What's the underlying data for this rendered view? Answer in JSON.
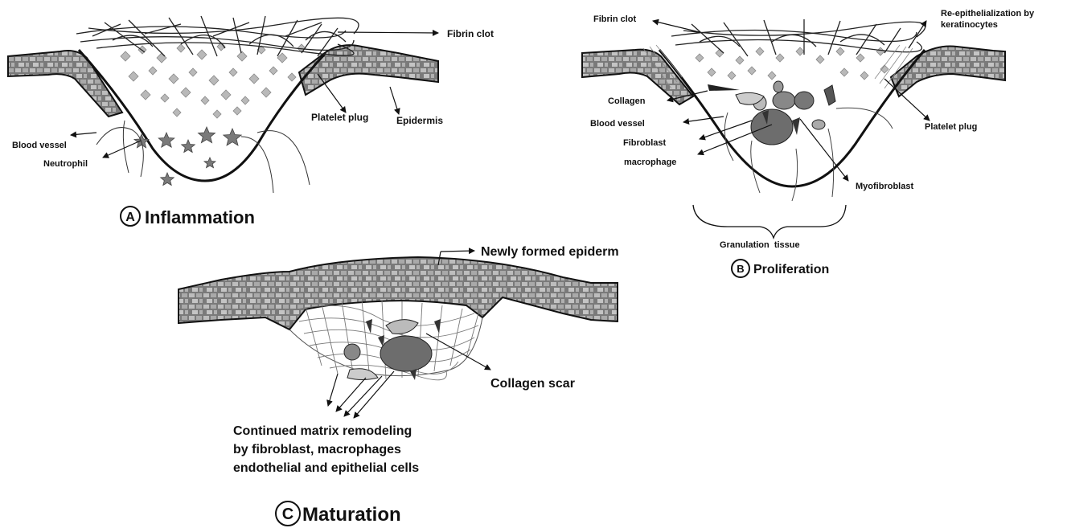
{
  "panel_a": {
    "letter": "A",
    "title": "Inflammation",
    "labels": {
      "fibrin_clot": "Fibrin clot",
      "platelet_plug": "Platelet plug",
      "epidermis": "Epidermis",
      "blood_vessel": "Blood vessel",
      "neutrophil": "Neutrophil"
    }
  },
  "panel_b": {
    "letter": "B",
    "title": "Proliferation",
    "labels": {
      "fibrin_clot": "Fibrin clot",
      "reepithelialization_line1": "Re-epithelialization by",
      "reepithelialization_line2": "keratinocytes",
      "collagen": "Collagen",
      "blood_vessel": "Blood vessel",
      "fibroblast": "Fibroblast",
      "macrophage": "macrophage",
      "platelet_plug": "Platelet plug",
      "myofibroblast": "Myofibroblast",
      "granulation_tissue": "Granulation  tissue"
    }
  },
  "panel_c": {
    "letter": "C",
    "title": "Maturation",
    "labels": {
      "newly_formed_epiderm": "Newly formed epiderm",
      "collagen_scar": "Collagen scar",
      "remodeling_line1": "Continued matrix remodeling",
      "remodeling_line2": "by fibroblast, macrophages",
      "remodeling_line3": "endothelial and epithelial cells"
    }
  }
}
